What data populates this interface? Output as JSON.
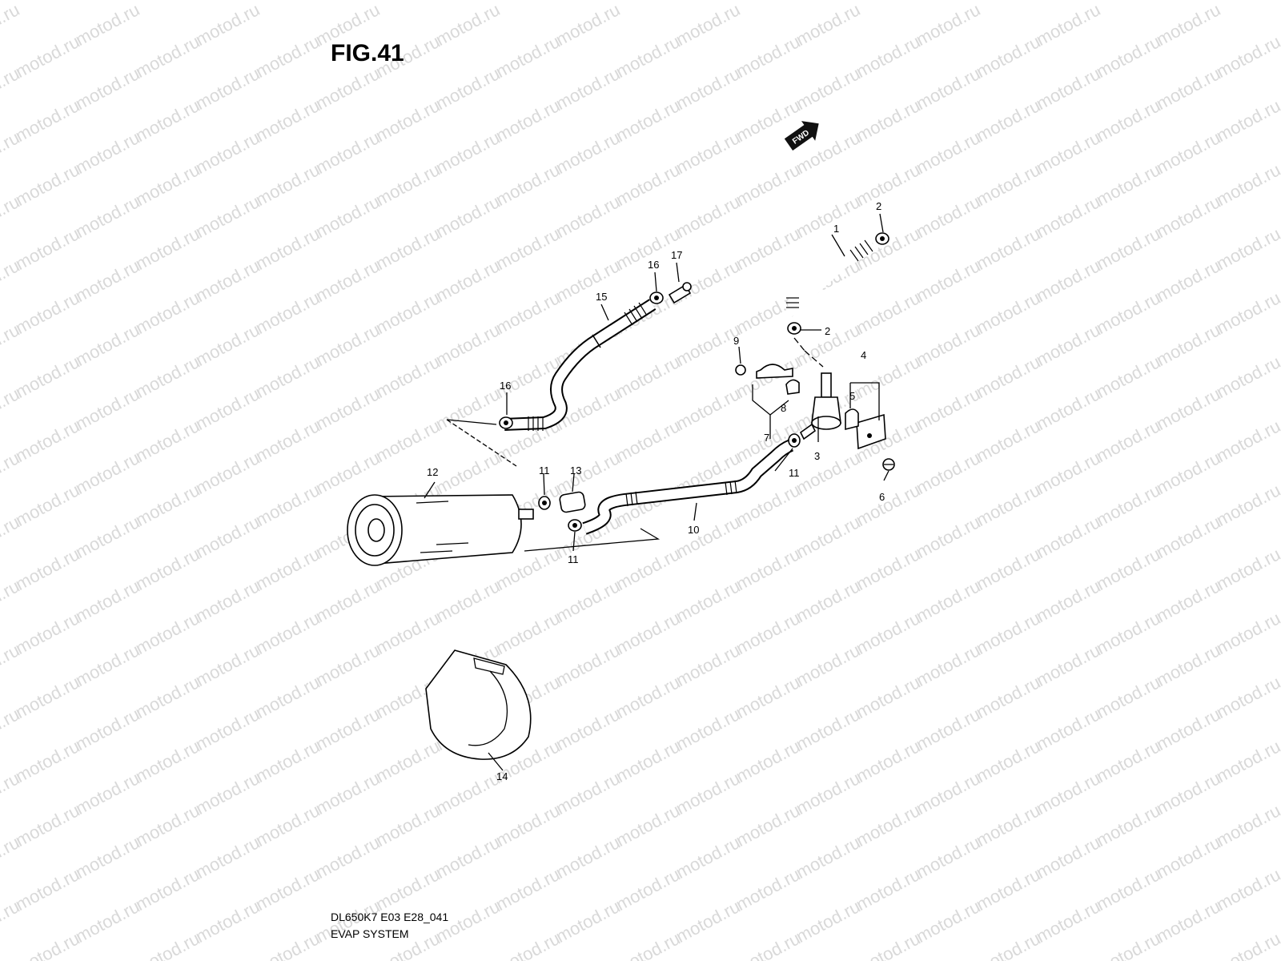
{
  "figure": {
    "title": "FIG.41",
    "model_code": "DL650K7 E03 E28_041",
    "section_title": "EVAP SYSTEM"
  },
  "watermark": {
    "text": "motod.ru"
  },
  "direction_marker": {
    "text": "FWD",
    "icon": "forward-arrow-icon"
  },
  "callouts": [
    {
      "id": "c1",
      "label": "1"
    },
    {
      "id": "c2a",
      "label": "2"
    },
    {
      "id": "c2b",
      "label": "2"
    },
    {
      "id": "c3",
      "label": "3"
    },
    {
      "id": "c4",
      "label": "4"
    },
    {
      "id": "c5",
      "label": "5"
    },
    {
      "id": "c6",
      "label": "6"
    },
    {
      "id": "c7",
      "label": "7"
    },
    {
      "id": "c8",
      "label": "8"
    },
    {
      "id": "c9",
      "label": "9"
    },
    {
      "id": "c10",
      "label": "10"
    },
    {
      "id": "c11a",
      "label": "11"
    },
    {
      "id": "c11b",
      "label": "11"
    },
    {
      "id": "c11c",
      "label": "11"
    },
    {
      "id": "c12",
      "label": "12"
    },
    {
      "id": "c13",
      "label": "13"
    },
    {
      "id": "c14",
      "label": "14"
    },
    {
      "id": "c15",
      "label": "15"
    },
    {
      "id": "c16a",
      "label": "16"
    },
    {
      "id": "c16b",
      "label": "16"
    },
    {
      "id": "c17",
      "label": "17"
    }
  ]
}
